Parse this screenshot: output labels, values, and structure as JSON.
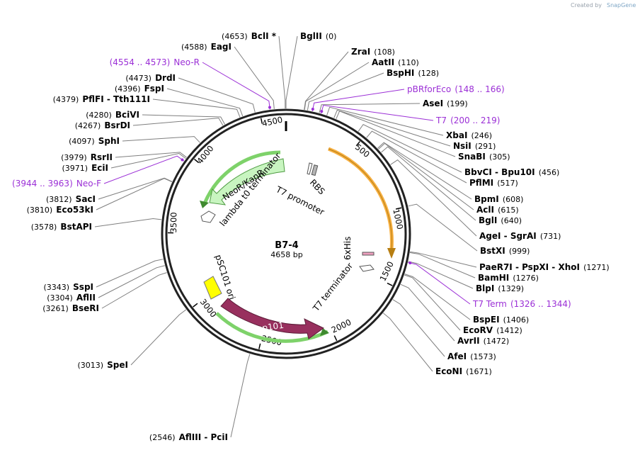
{
  "watermark": {
    "prefix": "Created by",
    "brand": "SnapGene"
  },
  "map": {
    "name": "B7-4",
    "length_label": "4658 bp",
    "length": 4658
  },
  "ticks": [
    {
      "label": "500",
      "bp": 500
    },
    {
      "label": "1000",
      "bp": 1000
    },
    {
      "label": "1500",
      "bp": 1500
    },
    {
      "label": "2000",
      "bp": 2000
    },
    {
      "label": "2500",
      "bp": 2500
    },
    {
      "label": "3000",
      "bp": 3000
    },
    {
      "label": "3500",
      "bp": 3500
    },
    {
      "label": "4000",
      "bp": 4000
    },
    {
      "label": "4500",
      "bp": 4500
    }
  ],
  "sites": [
    {
      "name": "BclI *",
      "pos": "(4653)",
      "bp": 4653
    },
    {
      "name": "BglII",
      "pos": "(0)",
      "bp": 0
    },
    {
      "name": "EagI",
      "pos": "(4588)",
      "bp": 4588
    },
    {
      "name": "ZraI",
      "pos": "(108)",
      "bp": 108
    },
    {
      "name": "AatII",
      "pos": "(110)",
      "bp": 110
    },
    {
      "name": "BspHI",
      "pos": "(128)",
      "bp": 128
    },
    {
      "name": "DrdI",
      "pos": "(4473)",
      "bp": 4473
    },
    {
      "name": "FspI",
      "pos": "(4396)",
      "bp": 4396
    },
    {
      "name": "PflFI  - Tth111I",
      "pos": "(4379)",
      "bp": 4379
    },
    {
      "name": "AseI",
      "pos": "(199)",
      "bp": 199
    },
    {
      "name": "BciVI",
      "pos": "(4280)",
      "bp": 4280
    },
    {
      "name": "BsrDI",
      "pos": "(4267)",
      "bp": 4267
    },
    {
      "name": "XbaI",
      "pos": "(246)",
      "bp": 246
    },
    {
      "name": "SphI",
      "pos": "(4097)",
      "bp": 4097
    },
    {
      "name": "NsiI",
      "pos": "(291)",
      "bp": 291
    },
    {
      "name": "SnaBI",
      "pos": "(305)",
      "bp": 305
    },
    {
      "name": "RsrII",
      "pos": "(3979)",
      "bp": 3979
    },
    {
      "name": "EciI",
      "pos": "(3971)",
      "bp": 3971
    },
    {
      "name": "BbvCI  - Bpu10I",
      "pos": "(456)",
      "bp": 456
    },
    {
      "name": "PflMI",
      "pos": "(517)",
      "bp": 517
    },
    {
      "name": "SacI",
      "pos": "(3812)",
      "bp": 3812
    },
    {
      "name": "Eco53kI",
      "pos": "(3810)",
      "bp": 3810
    },
    {
      "name": "BpmI",
      "pos": "(608)",
      "bp": 608
    },
    {
      "name": "AclI",
      "pos": "(615)",
      "bp": 615
    },
    {
      "name": "BglI",
      "pos": "(640)",
      "bp": 640
    },
    {
      "name": "BstAPI",
      "pos": "(3578)",
      "bp": 3578
    },
    {
      "name": "AgeI  - SgrAI",
      "pos": "(731)",
      "bp": 731
    },
    {
      "name": "BstXI",
      "pos": "(999)",
      "bp": 999
    },
    {
      "name": "PaeR7I  - PspXI  - XhoI",
      "pos": "(1271)",
      "bp": 1271
    },
    {
      "name": "BamHI",
      "pos": "(1276)",
      "bp": 1276
    },
    {
      "name": "SspI",
      "pos": "(3343)",
      "bp": 3343
    },
    {
      "name": "AflII",
      "pos": "(3304)",
      "bp": 3304
    },
    {
      "name": "BlpI",
      "pos": "(1329)",
      "bp": 1329
    },
    {
      "name": "BseRI",
      "pos": "(3261)",
      "bp": 3261
    },
    {
      "name": "BspEI",
      "pos": "(1406)",
      "bp": 1406
    },
    {
      "name": "EcoRV",
      "pos": "(1412)",
      "bp": 1412
    },
    {
      "name": "AvrII",
      "pos": "(1472)",
      "bp": 1472
    },
    {
      "name": "SpeI",
      "pos": "(3013)",
      "bp": 3013
    },
    {
      "name": "AfeI",
      "pos": "(1573)",
      "bp": 1573
    },
    {
      "name": "EcoNI",
      "pos": "(1671)",
      "bp": 1671
    },
    {
      "name": "AflIII  - PciI",
      "pos": "(2546)",
      "bp": 2546
    }
  ],
  "primers": [
    {
      "name": "Neo-R",
      "range": "(4554 .. 4573)",
      "bp": 4563
    },
    {
      "name": "pBRforEco",
      "range": "(148 .. 166)",
      "bp": 157
    },
    {
      "name": "T7",
      "range": "(200 .. 219)",
      "bp": 210
    },
    {
      "name": "Neo-F",
      "range": "(3944 .. 3963)",
      "bp": 3953
    },
    {
      "name": "T7 Term",
      "range": "(1326 .. 1344)",
      "bp": 1335
    }
  ],
  "features": [
    {
      "name": "NeoR/KanR",
      "color": "#c8f5c0",
      "edge": "#6bbf5e"
    },
    {
      "name": "lambda t0 terminator",
      "color": "#ffffff"
    },
    {
      "name": "RBS",
      "color": "#b5b5b5"
    },
    {
      "name": "T7 promoter",
      "color": "#ffffff"
    },
    {
      "name": "6xHis",
      "color": "#ee9fbe"
    },
    {
      "name": "T7 terminator",
      "color": "#ffffff"
    },
    {
      "name": "pSC101 ori",
      "color": "#ffff00"
    },
    {
      "name": "Rep101",
      "color": "#98305e"
    },
    {
      "name": "orange-arc",
      "color": "#f7b042"
    },
    {
      "name": "green-arc",
      "color": "#7ed26a"
    }
  ]
}
